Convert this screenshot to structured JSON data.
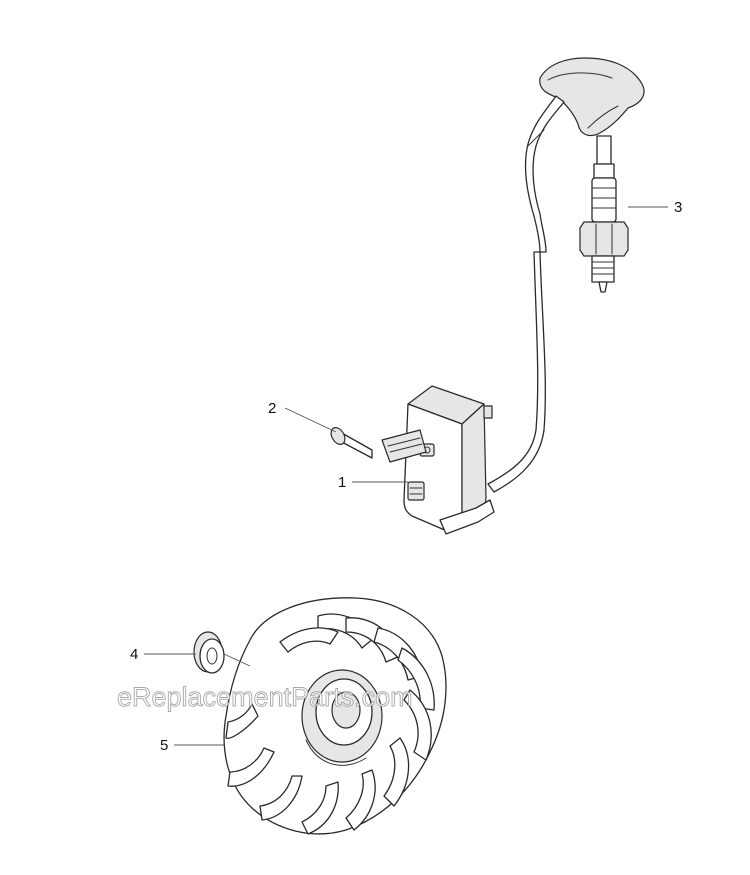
{
  "callouts": [
    {
      "number": "1",
      "part": "ignition module"
    },
    {
      "number": "2",
      "part": "screw"
    },
    {
      "number": "3",
      "part": "spark plug"
    },
    {
      "number": "4",
      "part": "nut"
    },
    {
      "number": "5",
      "part": "flywheel"
    }
  ],
  "watermark": "eReplacementParts.com"
}
